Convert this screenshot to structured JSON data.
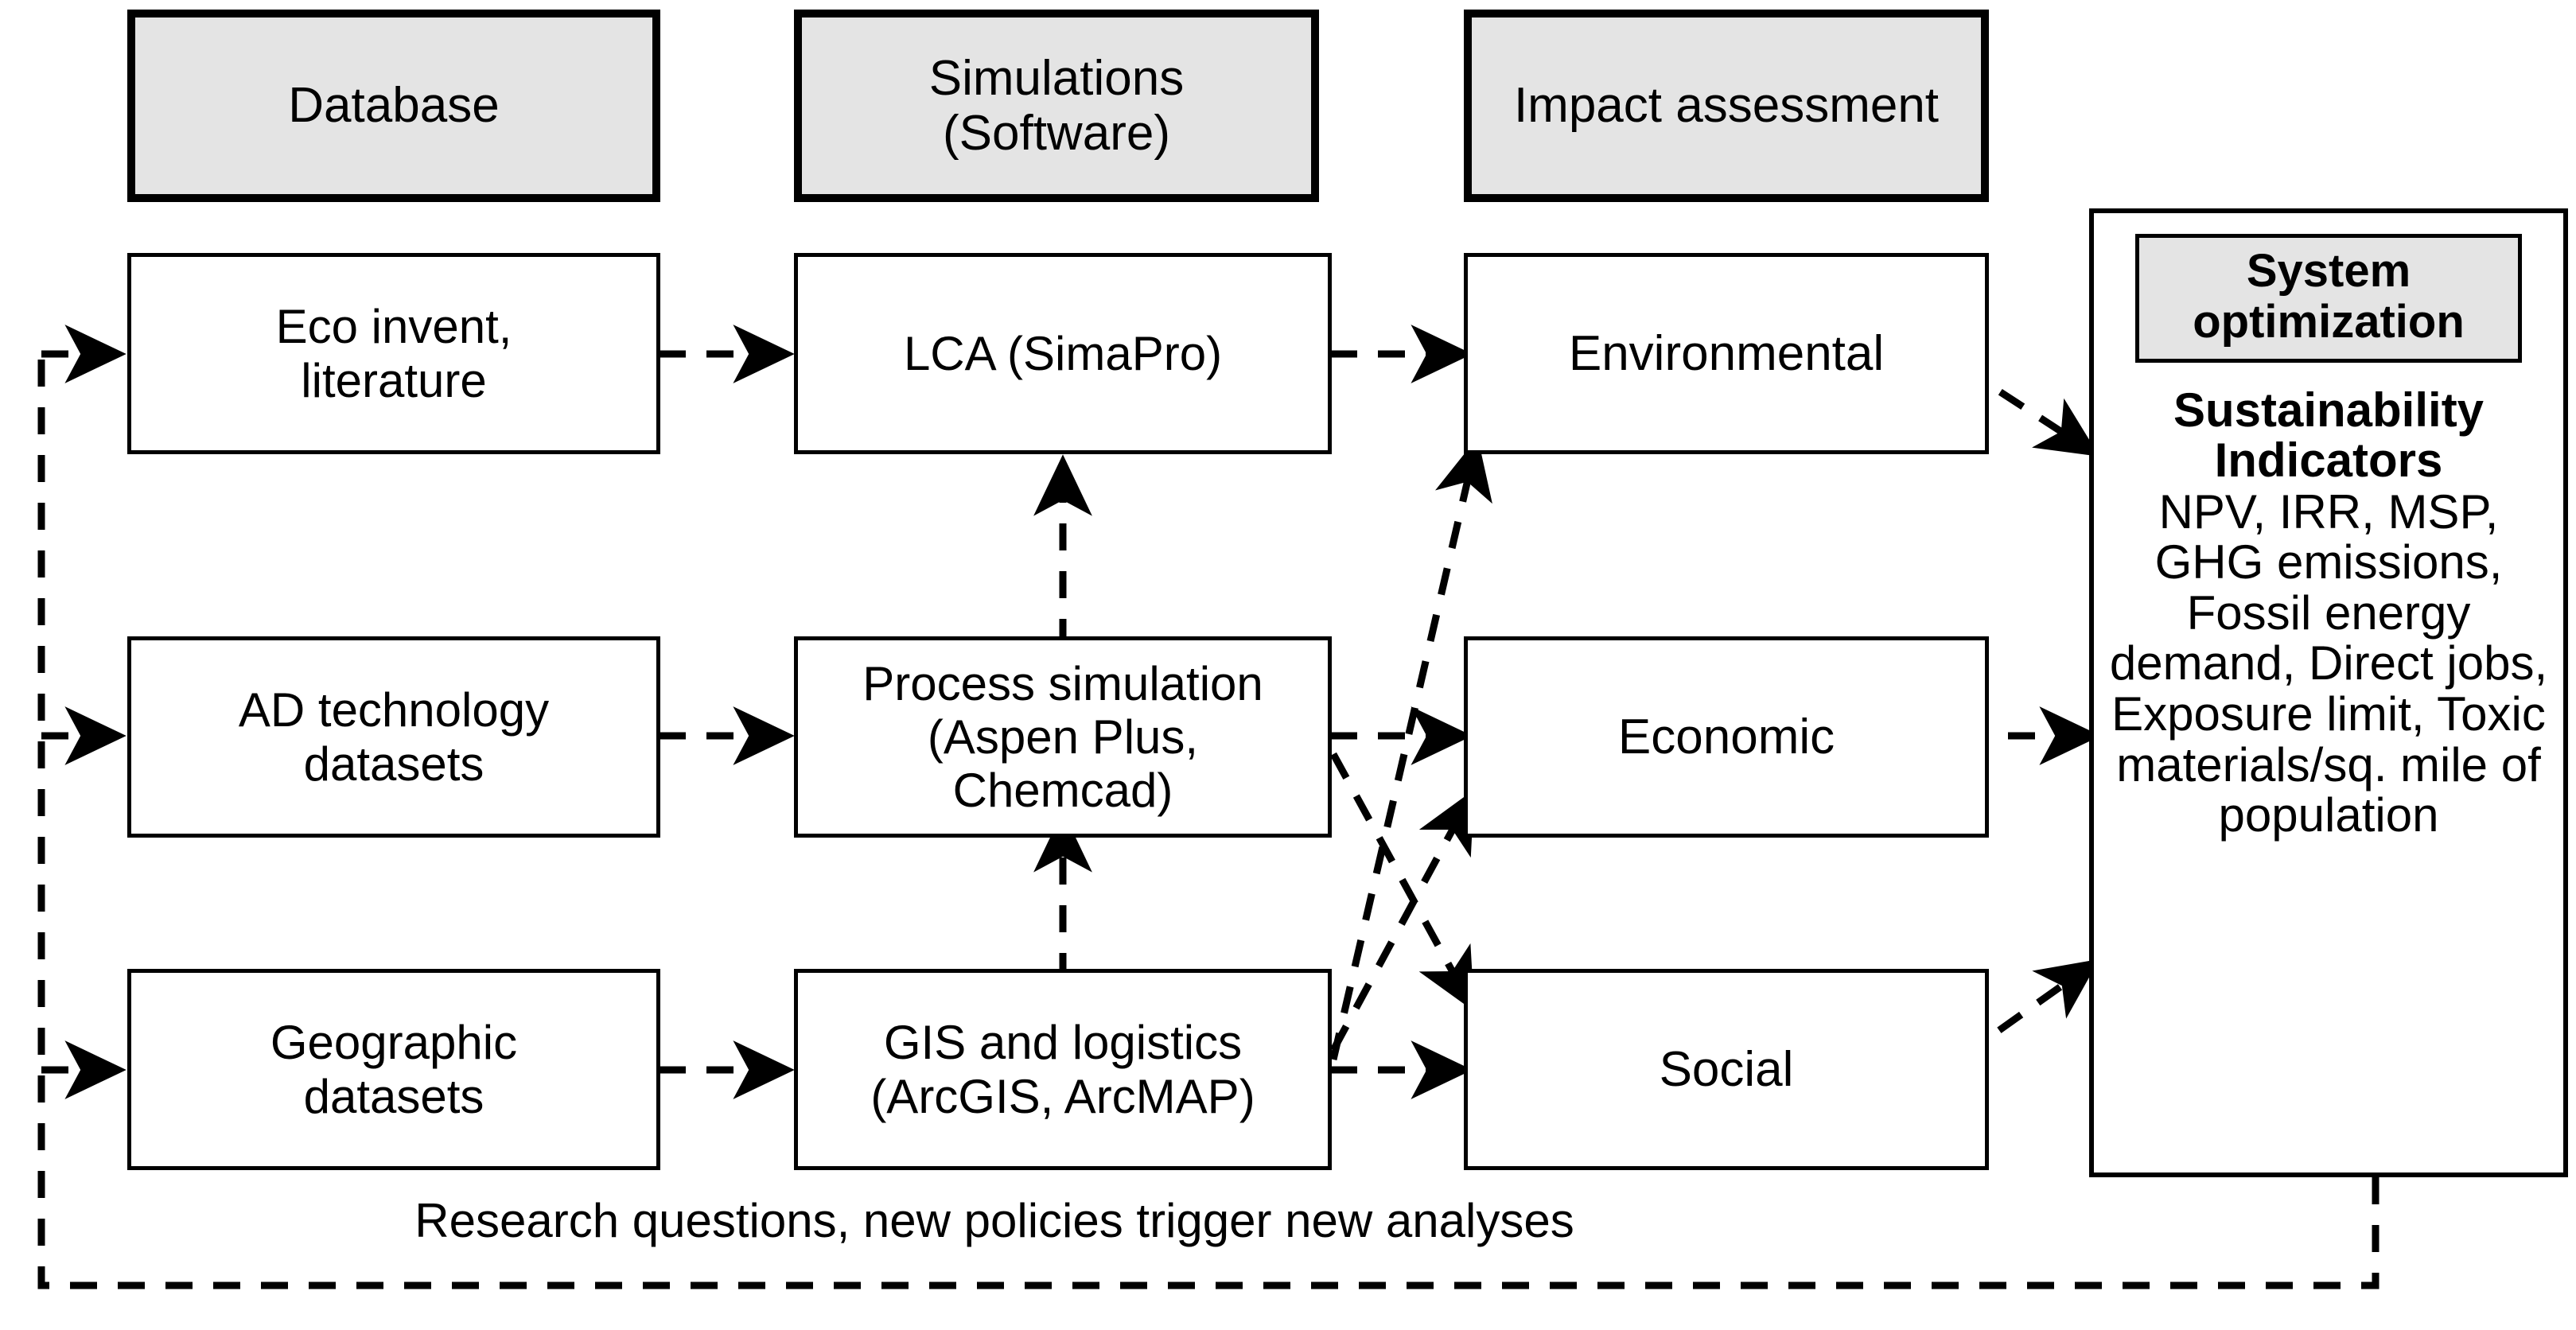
{
  "diagram": {
    "title": "Sustainability assessment framework flowchart",
    "background_color": "#ffffff",
    "line_color": "#000000",
    "header_fill": "#e4e4e4",
    "node_fill": "#ffffff"
  },
  "headers": [
    {
      "id": "database",
      "label": "Database"
    },
    {
      "id": "simulations",
      "label": "Simulations\n(Software)"
    },
    {
      "id": "impact-assessment",
      "label": "Impact assessment"
    }
  ],
  "database_nodes": [
    {
      "id": "eco-invent",
      "label": "Eco invent,\nliterature"
    },
    {
      "id": "ad-technology",
      "label": "AD technology\ndatasets"
    },
    {
      "id": "geographic",
      "label": "Geographic\ndatasets"
    }
  ],
  "simulation_nodes": [
    {
      "id": "lca",
      "label": "LCA (SimaPro)"
    },
    {
      "id": "process-simulation",
      "label": "Process simulation\n(Aspen Plus,\nChemcad)"
    },
    {
      "id": "gis",
      "label": "GIS and logistics\n(ArcGIS, ArcMAP)"
    }
  ],
  "impact_nodes": [
    {
      "id": "environmental",
      "label": "Environmental"
    },
    {
      "id": "economic",
      "label": "Economic"
    },
    {
      "id": "social",
      "label": "Social"
    }
  ],
  "optimization": {
    "title": "System\noptimization",
    "subtitle": "Sustainability\nIndicators",
    "indicators_text": "NPV, IRR, MSP, GHG emissions, Fossil energy demand, Direct jobs, Exposure limit, Toxic materials/sq. mile of population",
    "indicators_list": [
      "NPV",
      "IRR",
      "MSP",
      "GHG emissions",
      "Fossil energy demand",
      "Direct jobs",
      "Exposure limit",
      "Toxic materials/sq. mile of population"
    ]
  },
  "feedback": {
    "caption": "Research questions, new policies trigger new analyses"
  },
  "edges": [
    {
      "from": "feedback-loop",
      "to": "eco-invent",
      "style": "dashed"
    },
    {
      "from": "feedback-loop",
      "to": "ad-technology",
      "style": "dashed"
    },
    {
      "from": "feedback-loop",
      "to": "geographic",
      "style": "dashed"
    },
    {
      "from": "eco-invent",
      "to": "lca",
      "style": "dashed"
    },
    {
      "from": "ad-technology",
      "to": "process-simulation",
      "style": "dashed"
    },
    {
      "from": "geographic",
      "to": "gis",
      "style": "dashed"
    },
    {
      "from": "process-simulation",
      "to": "lca",
      "style": "dashed"
    },
    {
      "from": "gis",
      "to": "process-simulation",
      "style": "dashed"
    },
    {
      "from": "lca",
      "to": "environmental",
      "style": "dashed"
    },
    {
      "from": "process-simulation",
      "to": "economic",
      "style": "dashed"
    },
    {
      "from": "process-simulation",
      "to": "social",
      "style": "dashed"
    },
    {
      "from": "gis",
      "to": "economic",
      "style": "dashed"
    },
    {
      "from": "gis",
      "to": "social",
      "style": "dashed"
    },
    {
      "from": "gis",
      "to": "environmental",
      "style": "dashed"
    },
    {
      "from": "environmental",
      "to": "system-optimization",
      "style": "dashed"
    },
    {
      "from": "economic",
      "to": "system-optimization",
      "style": "dashed"
    },
    {
      "from": "social",
      "to": "system-optimization",
      "style": "dashed"
    },
    {
      "from": "system-optimization",
      "to": "feedback-loop",
      "style": "dashed"
    }
  ]
}
